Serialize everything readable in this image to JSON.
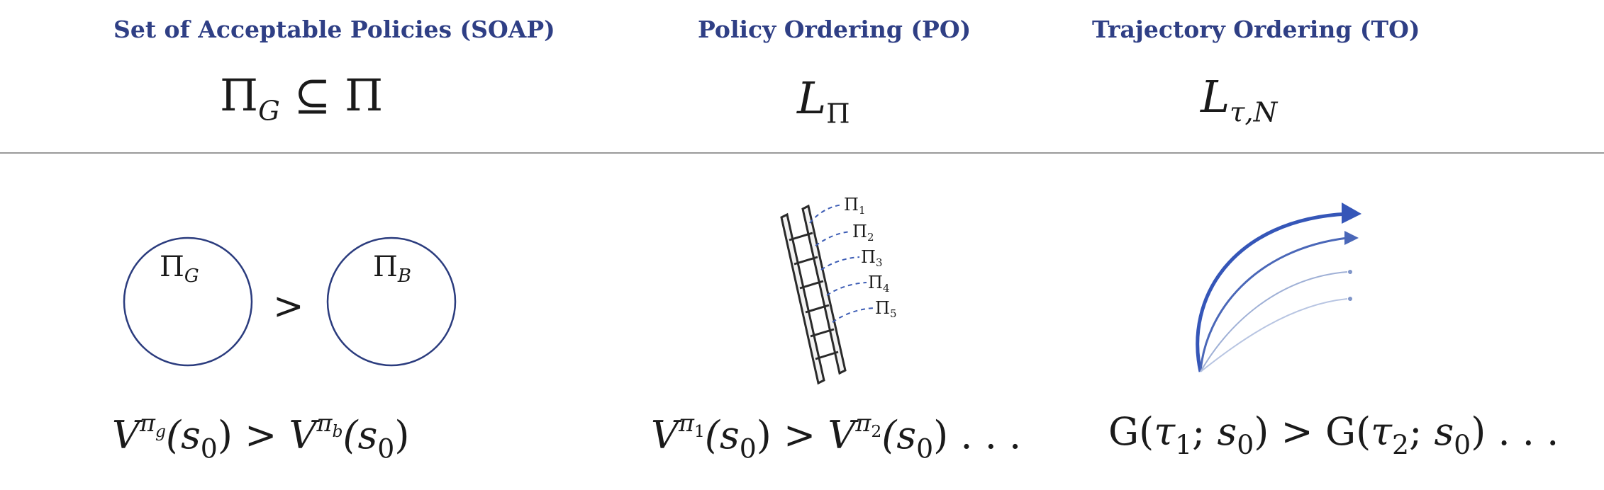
{
  "headers": {
    "soap": "Set of Acceptable Policies (SOAP)",
    "po": "Policy Ordering (PO)",
    "to": "Trajectory Ordering (TO)"
  },
  "formulas": {
    "soap_base": "Π",
    "soap_sub": "G",
    "soap_rel": "⊆ Π",
    "po_base": "L",
    "po_sub": "Π",
    "to_base": "L",
    "to_sub": "τ,N"
  },
  "soap_diagram": {
    "left_circle_base": "Π",
    "left_circle_sub": "G",
    "comparator": ">",
    "right_circle_base": "Π",
    "right_circle_sub": "B"
  },
  "po_diagram": {
    "rung_labels": [
      {
        "base": "Π",
        "sub": "1"
      },
      {
        "base": "Π",
        "sub": "2"
      },
      {
        "base": "Π",
        "sub": "3"
      },
      {
        "base": "Π",
        "sub": "4"
      },
      {
        "base": "Π",
        "sub": "5"
      }
    ]
  },
  "bottom": {
    "soap_eq": {
      "v1": "V",
      "pi1": "π",
      "sub1": "g",
      "mid": "(s",
      "s0": "0",
      "gt": ") > ",
      "v2": "V",
      "pi2": "π",
      "sub2": "b",
      "end": "(s",
      "s0b": "0",
      "close": ")"
    },
    "po_eq": {
      "v1": "V",
      "pi1": "π",
      "sub1": "1",
      "mid": "(s",
      "s0": "0",
      "gt": ") > ",
      "v2": "V",
      "pi2": "π",
      "sub2": "2",
      "end": "(s",
      "s0b": "0",
      "close": ") . . ."
    },
    "to_eq": {
      "g1": "G(",
      "tau1": "τ",
      "t1": "1",
      "semi1": "; ",
      "s1": "s",
      "z1": "0",
      "gt": ") > G(",
      "tau2": "τ",
      "t2": "2",
      "semi2": "; ",
      "s2": "s",
      "z2": "0",
      "close": ") . . ."
    }
  },
  "colors": {
    "header": "#2f3f85",
    "circle": "#2b3c7e",
    "arrow_dark": "#3556b8",
    "arrow_mid": "#4a67b8",
    "arrow_light": "#9fb0d6",
    "dash": "#3d5db5"
  }
}
